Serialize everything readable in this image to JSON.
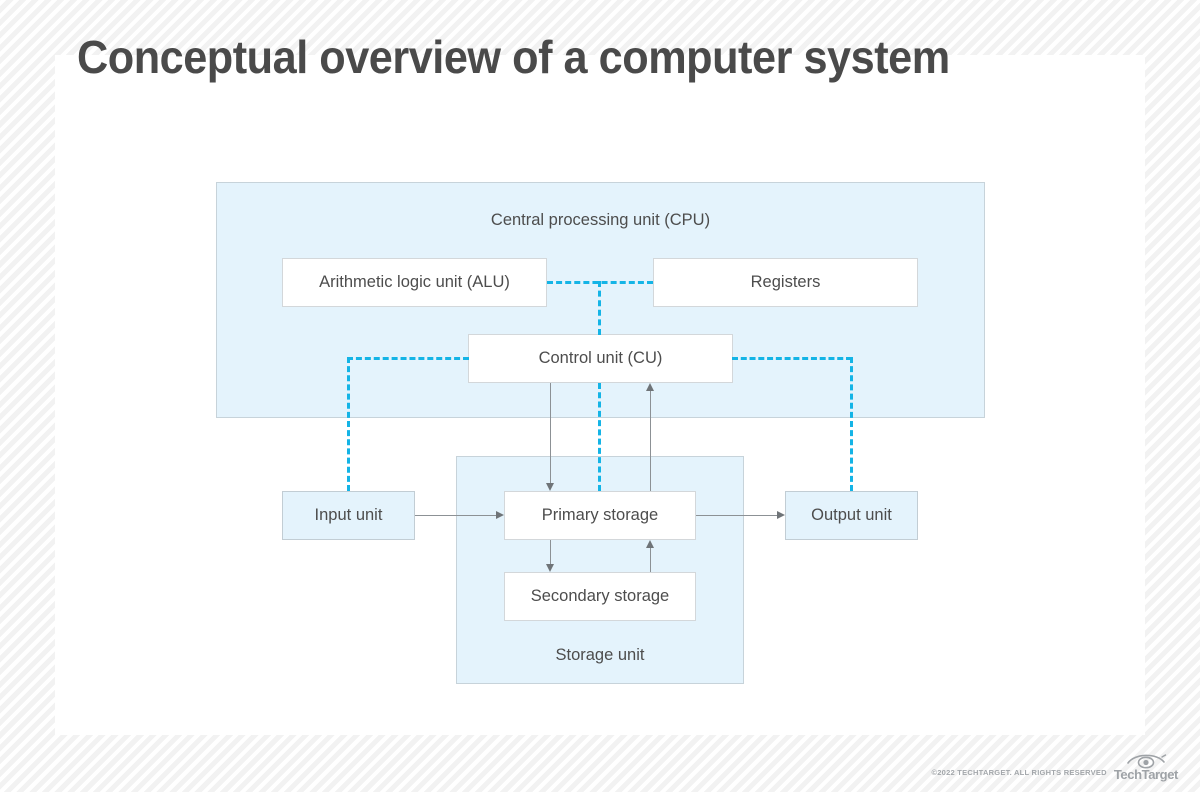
{
  "title": "Conceptual overview of a computer system",
  "diagram": {
    "cpu": {
      "label": "Central processing unit (CPU)",
      "nodes": {
        "alu": "Arithmetic logic unit (ALU)",
        "registers": "Registers",
        "control_unit": "Control unit (CU)"
      }
    },
    "storage": {
      "label": "Storage unit",
      "nodes": {
        "primary": "Primary storage",
        "secondary": "Secondary storage"
      }
    },
    "io": {
      "input": "Input unit",
      "output": "Output unit"
    },
    "colors": {
      "container_fill": "#e4f3fc",
      "container_border": "#c7d3da",
      "node_fill": "#ffffff",
      "node_border": "#d3d7da",
      "control_dashed": "#14b4e6",
      "data_flow": "#8c9195",
      "title_text": "#4a4a4a",
      "body_text": "#4d4d4d"
    }
  },
  "footer": {
    "copyright": "©2022 TECHTARGET. ALL RIGHTS RESERVED",
    "brand": "TechTarget"
  }
}
